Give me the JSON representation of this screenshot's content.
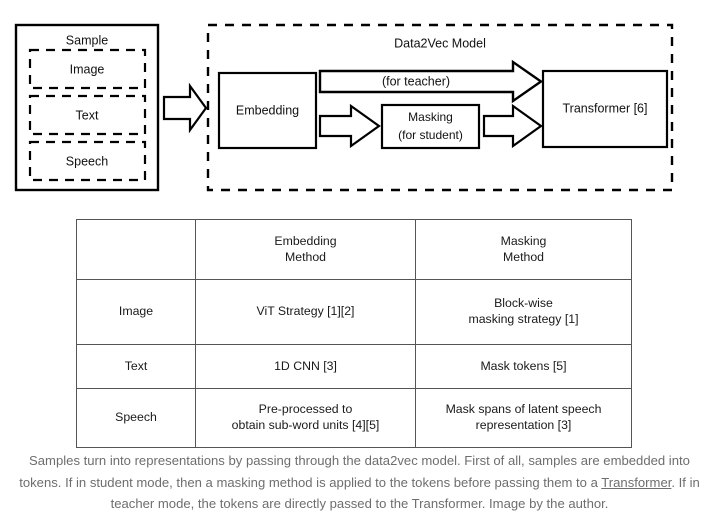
{
  "diagram": {
    "sample_box": {
      "title": "Sample",
      "items": [
        "Image",
        "Text",
        "Speech"
      ]
    },
    "model_box": {
      "title": "Data2Vec Model",
      "embedding_label": "Embedding",
      "teacher_arrow_label": "(for teacher)",
      "masking_label_line1": "Masking",
      "masking_label_line2": "(for student)",
      "transformer_label": "Transformer [6]"
    }
  },
  "table": {
    "headers": [
      "",
      "Embedding\nMethod",
      "Masking\nMethod"
    ],
    "header_col2_line1": "Embedding",
    "header_col2_line2": "Method",
    "header_col3_line1": "Masking",
    "header_col3_line2": "Method",
    "rows": [
      {
        "modality": "Image",
        "embedding_line1": "ViT Strategy [1][2]",
        "embedding_line2": "",
        "masking_line1": "Block-wise",
        "masking_line2": "masking strategy [1]"
      },
      {
        "modality": "Text",
        "embedding_line1": "1D CNN [3]",
        "embedding_line2": "",
        "masking_line1": "Mask tokens [5]",
        "masking_line2": ""
      },
      {
        "modality": "Speech",
        "embedding_line1": "Pre-processed to",
        "embedding_line2": "obtain sub-word units [4][5]",
        "masking_line1": "Mask spans of latent speech",
        "masking_line2": "representation [3]"
      }
    ]
  },
  "caption": {
    "part1": "Samples turn into representations by passing through the data2vec model. First of all, samples are embedded into tokens. If in student mode, then a masking method is applied to the tokens before passing them to a ",
    "link": "Transformer",
    "part2": ". If in teacher mode, the tokens are directly passed to the Transformer. Image by the author."
  },
  "colors": {
    "stroke": "#000000",
    "table_border": "#555555",
    "caption_text": "#6e6e6e",
    "background": "#ffffff"
  }
}
